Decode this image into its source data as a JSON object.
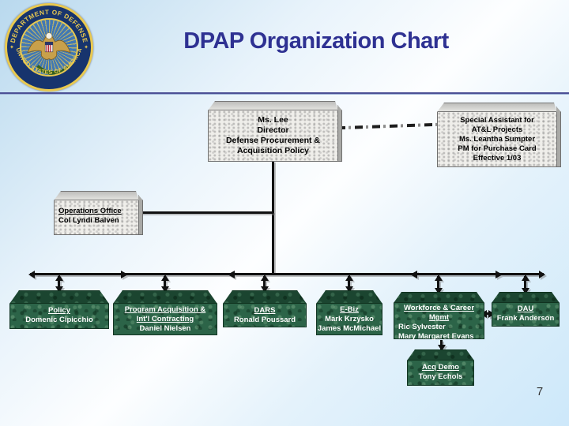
{
  "slide": {
    "title": "DPAP Organization Chart",
    "page_number": "7"
  },
  "seal": {
    "name": "department-of-defense-seal",
    "top_text": "DEPARTMENT OF DEFENSE",
    "bottom_text": "UNITED STATES OF AMERICA"
  },
  "colors": {
    "title_text": "#2e3192",
    "header_rule": "#4c5095",
    "green_box_front": "#2c6448",
    "green_box_top": "#1b4530",
    "gray_box_front": "#efeeea",
    "connector": "#111111",
    "background_top_left": "#b9d9ee",
    "background_bottom": "#cde8fa"
  },
  "org": {
    "director": {
      "lines": [
        "Ms. Lee",
        "Director",
        "Defense Procurement &",
        "Acquisition Policy"
      ]
    },
    "special_assistant": {
      "lines": [
        "Special Assistant for",
        "AT&L Projects",
        "Ms. Leantha Sumpter",
        "PM for Purchase Card",
        "Effective 1/03"
      ]
    },
    "operations": {
      "lines": [
        "Operations Office",
        "Col Lyndi Balven"
      ]
    },
    "policy": {
      "lines": [
        "Policy",
        "Domenic Cipicchio"
      ]
    },
    "program_acq": {
      "lines": [
        "Program Acquisition &",
        "Int'l Contracting",
        "Daniel Nielsen"
      ]
    },
    "dars": {
      "lines": [
        "DARS",
        "Ronald Poussard"
      ]
    },
    "ebiz": {
      "lines": [
        "E-Biz",
        "Mark Krzysko",
        "James McMichael"
      ]
    },
    "workforce": {
      "lines": [
        "Workforce & Career",
        "Mgmt",
        "Ric Sylvester",
        "Mary Margaret Evans"
      ]
    },
    "dau": {
      "lines": [
        "DAU",
        "Frank Anderson"
      ]
    },
    "acq_demo": {
      "lines": [
        "Acq Demo",
        "Tony Echols"
      ]
    }
  }
}
